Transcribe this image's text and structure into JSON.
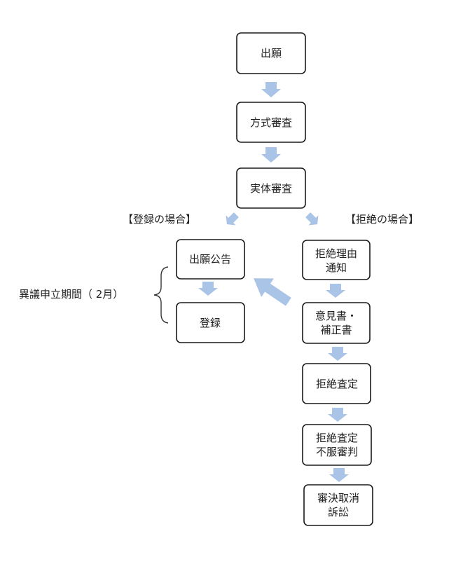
{
  "nodes": {
    "application": [
      "出願"
    ],
    "formal_exam": [
      "方式審査"
    ],
    "substantive_exam": [
      "実体審査"
    ],
    "publication": [
      "出願公告"
    ],
    "registration": [
      "登録"
    ],
    "refusal_notice": [
      "拒絶理由",
      "通知"
    ],
    "opinion_amendment": [
      "意見書・",
      "補正書"
    ],
    "refusal_decision": [
      "拒絶査定"
    ],
    "appeal": [
      "拒絶査定",
      "不服審判"
    ],
    "lawsuit": [
      "審決取消",
      "訴訟"
    ]
  },
  "labels": {
    "registration_case": "【登録の場合】",
    "refusal_case": "【拒絶の場合】",
    "opposition_period": "異議申立期間（ 2月）"
  },
  "colors": {
    "arrow": "#a9c4e6",
    "border": "#1a1a1a"
  }
}
